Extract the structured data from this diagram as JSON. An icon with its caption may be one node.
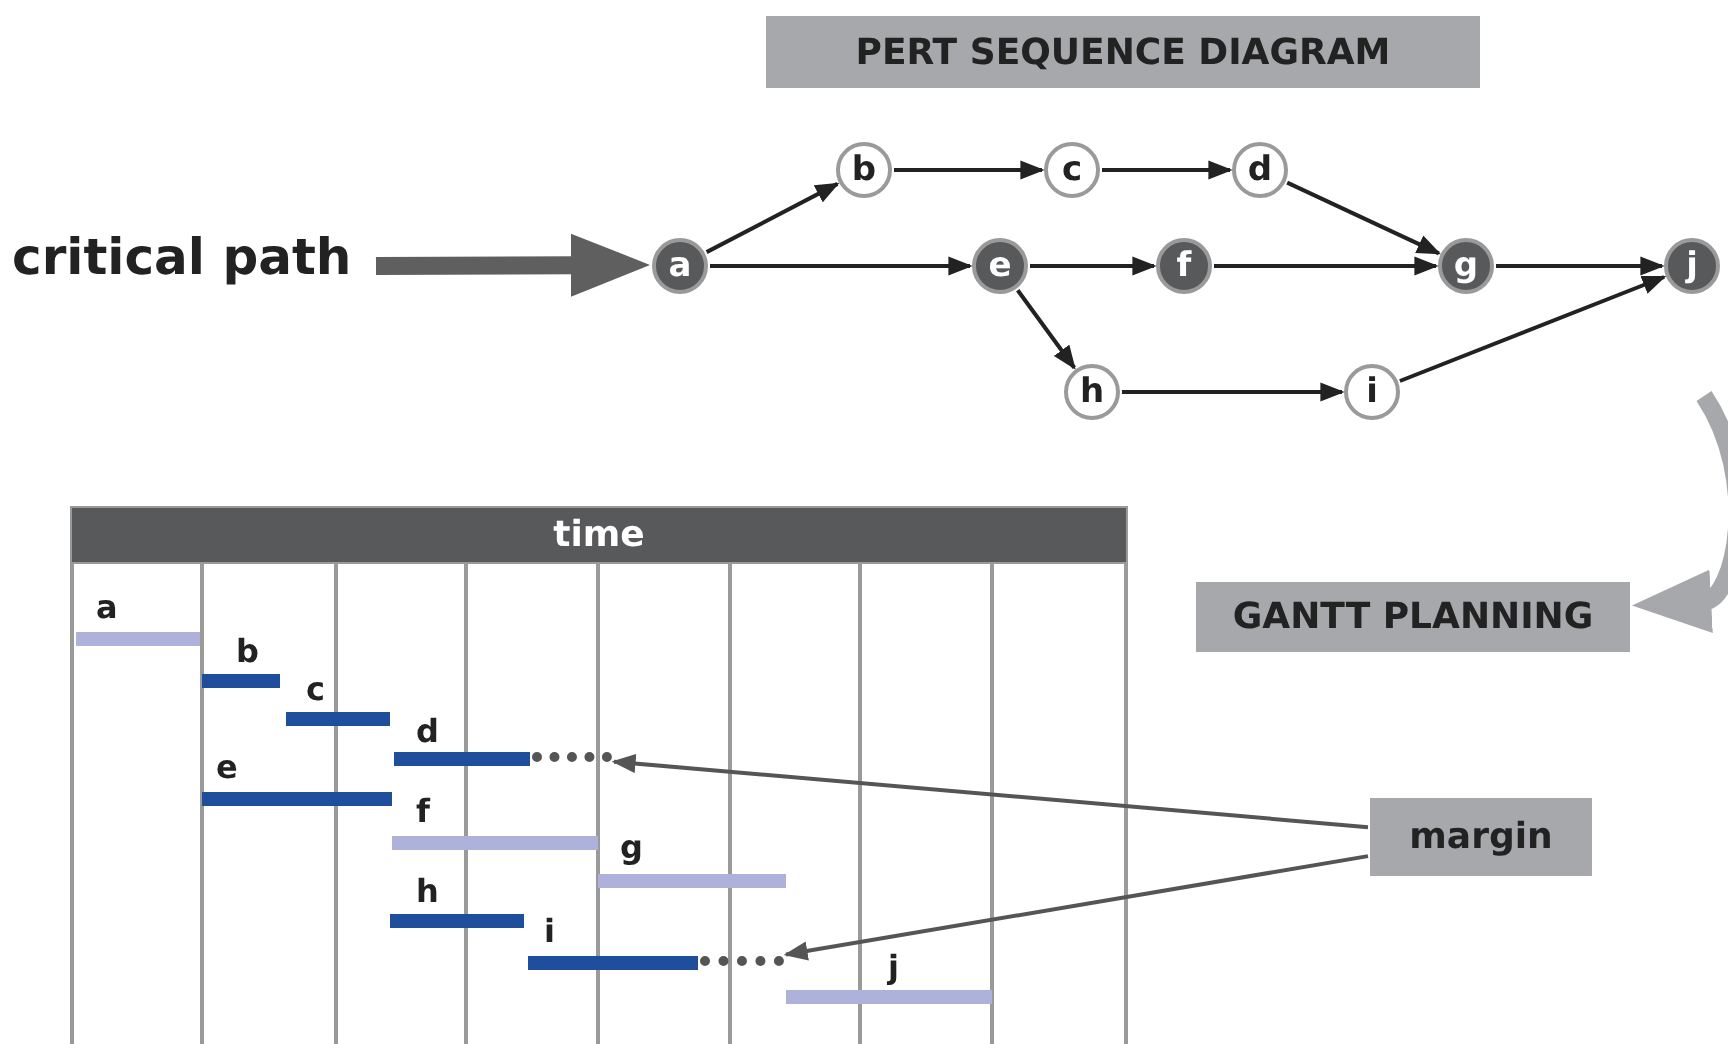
{
  "diagram": {
    "nodes": [
      {
        "text": [
          "PERT SEQUENCE DIAGRAM"
        ]
      },
      {
        "text": [
          "critical path"
        ]
      },
      {
        "text": [
          "a"
        ]
      },
      {
        "text": [
          "b"
        ]
      },
      {
        "text": [
          "c"
        ]
      },
      {
        "text": [
          "d"
        ]
      },
      {
        "text": [
          "e"
        ]
      },
      {
        "text": [
          "f"
        ]
      },
      {
        "text": [
          "g"
        ]
      },
      {
        "text": [
          "h"
        ]
      },
      {
        "text": [
          "i"
        ]
      },
      {
        "text": [
          "j"
        ]
      },
      {
        "text": [
          "GANTT PLANNING"
        ]
      },
      {
        "text": [
          "margin"
        ]
      },
      {
        "text": [],
        "shape": "line"
      },
      {
        "text": [],
        "shape": "line"
      }
    ],
    "edges": [
      {
        "from": 1,
        "to": 2,
        "arrow": "to",
        "style": "thick",
        "color": "#5f5f5f"
      },
      {
        "from": 2,
        "to": 3,
        "arrow": "to"
      },
      {
        "from": 2,
        "to": 6,
        "arrow": "to"
      },
      {
        "from": 3,
        "to": 4,
        "arrow": "to"
      },
      {
        "from": 4,
        "to": 5,
        "arrow": "to"
      },
      {
        "from": 5,
        "to": 8,
        "arrow": "to"
      },
      {
        "from": 6,
        "to": 7,
        "arrow": "to"
      },
      {
        "from": 6,
        "to": 9,
        "arrow": "to"
      },
      {
        "from": 7,
        "to": 8,
        "arrow": "to"
      },
      {
        "from": 8,
        "to": 11,
        "arrow": "to"
      },
      {
        "from": 9,
        "to": 10,
        "arrow": "to"
      },
      {
        "from": 10,
        "to": 11,
        "arrow": "to"
      },
      {
        "from": null,
        "to": 12,
        "arrow": "to",
        "style": "thick",
        "color": "#a7a8ab"
      },
      {
        "from": 13,
        "to": 14,
        "arrow": "to",
        "color": "#555555"
      },
      {
        "from": 13,
        "to": 15,
        "arrow": "to",
        "color": "#555555"
      }
    ],
    "labels": [
      "time",
      "a",
      "b",
      "c",
      "d",
      "e",
      "f",
      "g",
      "h",
      "i",
      "j"
    ]
  }
}
